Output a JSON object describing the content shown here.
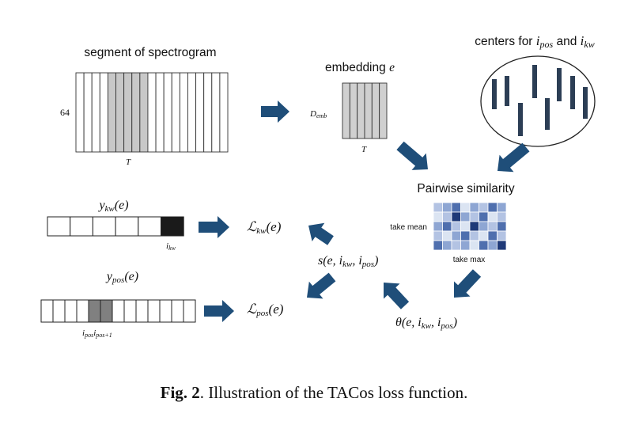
{
  "spectrogram": {
    "title": "segment of spectrogram",
    "height_label": "64",
    "width_label": "T",
    "columns": 19,
    "shaded_start": 4,
    "shaded_end": 8
  },
  "embedding": {
    "title_prefix": "embedding ",
    "title_var": "e",
    "height_label": "D",
    "height_label_sub": "emb",
    "width_label": "T",
    "columns": 6
  },
  "centers": {
    "title_prefix": "centers for ",
    "pos_var": "i",
    "pos_sub": "pos",
    "joiner": " and ",
    "kw_var": "i",
    "kw_sub": "kw"
  },
  "similarity": {
    "title": "Pairwise similarity",
    "row_label": "take mean",
    "col_label": "take max",
    "grid_rows": 5,
    "grid_cols": 8,
    "cells": [
      [
        1,
        2,
        3,
        0,
        2,
        1,
        3,
        2
      ],
      [
        0,
        1,
        4,
        2,
        1,
        3,
        0,
        1
      ],
      [
        2,
        3,
        1,
        0,
        4,
        2,
        1,
        3
      ],
      [
        1,
        0,
        2,
        3,
        1,
        0,
        3,
        1
      ],
      [
        3,
        2,
        1,
        2,
        0,
        3,
        2,
        4
      ]
    ],
    "palette": [
      "#dbe4f2",
      "#b3c3e3",
      "#8ea6d3",
      "#4f6fae",
      "#1f3a78"
    ]
  },
  "theta": {
    "text": "θ(e, i",
    "kw": "kw",
    "mid": ", i",
    "pos": "pos",
    "end": ")"
  },
  "s": {
    "text": "s(e, i",
    "kw": "kw",
    "mid": ", i",
    "pos": "pos",
    "end": ")"
  },
  "y_kw": {
    "label_var": "y",
    "label_sub": "kw",
    "label_arg": "(e)",
    "cells": 6,
    "filled_index": 5,
    "index_label_var": "i",
    "index_label_sub": "kw"
  },
  "y_pos": {
    "label_var": "y",
    "label_sub": "pos",
    "label_arg": "(e)",
    "cells": 13,
    "filled_indices": [
      4,
      5
    ],
    "index_label_1_var": "i",
    "index_label_1_sub": "pos",
    "index_label_2_var": "i",
    "index_label_2_sub": "pos+1"
  },
  "loss_kw": {
    "symbol": "ℒ",
    "sub": "kw",
    "arg": "(e)"
  },
  "loss_pos": {
    "symbol": "ℒ",
    "sub": "pos",
    "arg": "(e)"
  },
  "caption": {
    "bold": "Fig. 2",
    "rest": ". Illustration of the TACos loss function."
  },
  "colors": {
    "arrow": "#1f4e79",
    "bar": "#2c3e55",
    "shade_gray": "#c8c8c8",
    "dark_cell": "#1a1a1a",
    "pos_cell": "#808080"
  }
}
